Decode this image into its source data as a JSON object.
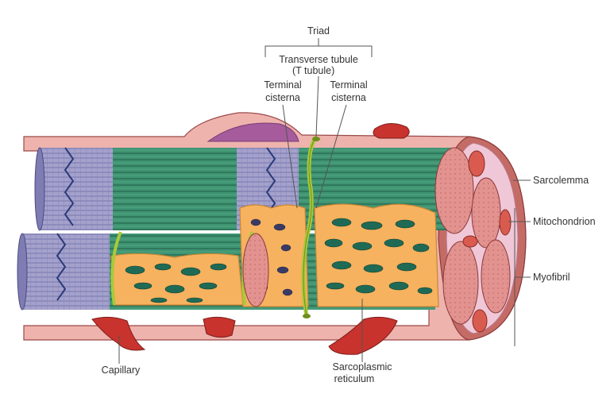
{
  "labels": {
    "triad": "Triad",
    "t_tubule_line1": "Transverse tubule",
    "t_tubule_line2": "(T tubule)",
    "terminal_cisterna_left_line1": "Terminal",
    "terminal_cisterna_left_line2": "cisterna",
    "terminal_cisterna_right_line1": "Terminal",
    "terminal_cisterna_right_line2": "cisterna",
    "sarcolemma": "Sarcolemma",
    "mitochondrion": "Mitochondrion",
    "myofibril": "Myofibril",
    "capillary": "Capillary",
    "sr_line1": "Sarcoplasmic",
    "sr_line2": "reticulum"
  },
  "colors": {
    "myofibril_green": "#3a8a6a",
    "sarcolemma_pink": "#e9a9a4",
    "sr_orange": "#f6b25e",
    "t_tubule_green": "#a9c93a",
    "capillary_red": "#c8332d",
    "myofibril_purple": "#8e8cbd"
  }
}
